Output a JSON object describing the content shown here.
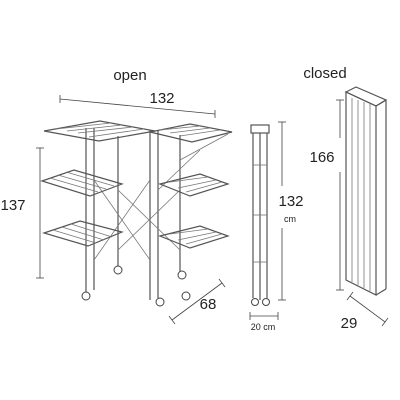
{
  "labels": {
    "open_title": "open",
    "closed_title": "closed",
    "open_width": "132",
    "open_height": "137",
    "open_depth": "68",
    "side_height": "132",
    "side_height_unit": "cm",
    "side_depth": "20 cm",
    "closed_height": "166",
    "closed_depth": "29"
  }
}
